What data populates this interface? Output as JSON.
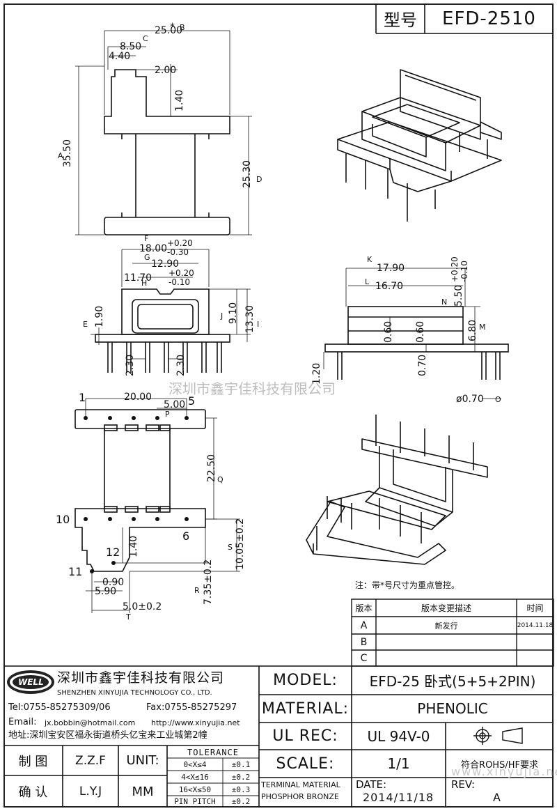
{
  "header": {
    "type_label": "型号",
    "part_code": "EFD-2510"
  },
  "watermark": "深圳市鑫宇佳科技有限公司",
  "watermark_url": "www.xinyujia.net",
  "note": "注：带*号尺寸为重点管控。",
  "view1": {
    "dims": [
      "25.00",
      "8.50",
      "4.40",
      "2.00",
      "1.40",
      "35.50",
      "25.30"
    ],
    "markers": [
      "*",
      "B",
      "C",
      "A",
      "D"
    ]
  },
  "view2": {
    "dims": [
      "18.00",
      "+0.20",
      "-0.30",
      "12.90",
      "11.70",
      "+0.20",
      "-0.10",
      "1.90",
      "9.10",
      "13.30",
      "2.30",
      "2.30"
    ],
    "markers": [
      "F",
      "G",
      "H",
      "E",
      "J",
      "I"
    ]
  },
  "view3": {
    "dims": [
      "17.90",
      "16.70",
      "5.50",
      "+0.20",
      "-0.10",
      "0.60",
      "0.60",
      "6.80",
      "1.20",
      "0.70",
      "ø0.70"
    ],
    "markers": [
      "K",
      "L",
      "N",
      "M",
      "O"
    ]
  },
  "view4": {
    "dims": [
      "20.00",
      "5.00",
      "22.50",
      "1.40",
      "10.05±0.2",
      "7.35±0.2",
      "0.90",
      "5.90",
      "5.0±0.2"
    ],
    "markers": [
      "P",
      "Q",
      "S",
      "R",
      "T"
    ],
    "pins": [
      "1",
      "5",
      "10",
      "6",
      "12",
      "11"
    ]
  },
  "revisions": {
    "headers": [
      "版本",
      "版本变更描述",
      "时间"
    ],
    "rows": [
      {
        "ver": "A",
        "desc": "新发行",
        "date": "2014.11.18"
      },
      {
        "ver": "B",
        "desc": "",
        "date": ""
      },
      {
        "ver": "C",
        "desc": "",
        "date": ""
      }
    ]
  },
  "company": {
    "logo_text": "WELL",
    "name_cn": "深圳市鑫宇佳科技有限公司",
    "name_en": "SHENZHEN XINYUJIA TECHNOLOGY CO., LTD.",
    "tel": "Tel:0755-85275309/06",
    "fax": "Fax:0755-85275297",
    "email_label": "Email:",
    "email": "jx.bobbin@hotmail.com",
    "web": "http://www.xinyujia.net",
    "address": "地址:深圳宝安区福永街道桥头亿宝来工业城第2幢"
  },
  "title_block": {
    "model_label": "MODEL:",
    "model_value": "EFD-25 卧式(5+5+2PIN)",
    "material_label": "MATERIAL:",
    "material_value": "PHENOLIC",
    "ulrec_label": "UL REC:",
    "ulrec_value": "UL 94V-0",
    "scale_label": "SCALE:",
    "scale_value": "1/1",
    "rohs": "符合ROHS/HF要求",
    "drawn_label": "制  图",
    "drawn_by": "Z.Z.F",
    "check_label": "确  认",
    "check_by": "L.Y.J",
    "unit_label": "UNIT:",
    "unit_value": "MM",
    "tolerance_title": "TOLERANCE",
    "tolerance_rows": [
      {
        "range": "0<X≤4",
        "tol": "±0.1"
      },
      {
        "range": "4<X≤16",
        "tol": "±0.2"
      },
      {
        "range": "16<X≤50",
        "tol": "±0.3"
      },
      {
        "range": "PIN PITCH",
        "tol": "±0.2"
      }
    ],
    "terminal_line1": "TERMINAL MATERIAL",
    "terminal_line2": "PHOSPHOR BRONZE",
    "date_label": "DATE:",
    "date_value": "2014/11/18",
    "rev_label": "REV:",
    "rev_value": "A"
  }
}
